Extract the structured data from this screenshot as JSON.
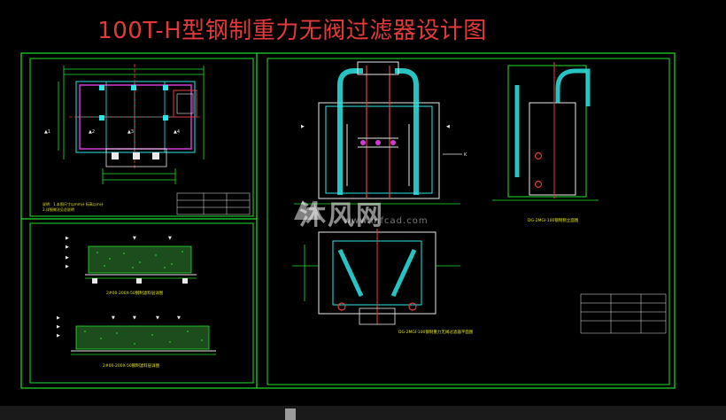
{
  "title": "100T-H型钢制重力无阀过滤器设计图",
  "watermark": {
    "text": "沐风网",
    "url": "www.mfcad.com"
  },
  "colors": {
    "background": "#000000",
    "frame": "#22e02a",
    "title": "#e23a3a",
    "drawing_cyan": "#2ee6e6",
    "drawing_magenta": "#d03cd0",
    "drawing_red": "#e04040",
    "drawing_white": "#e8e8e8",
    "drawing_yellow": "#e0e020"
  }
}
